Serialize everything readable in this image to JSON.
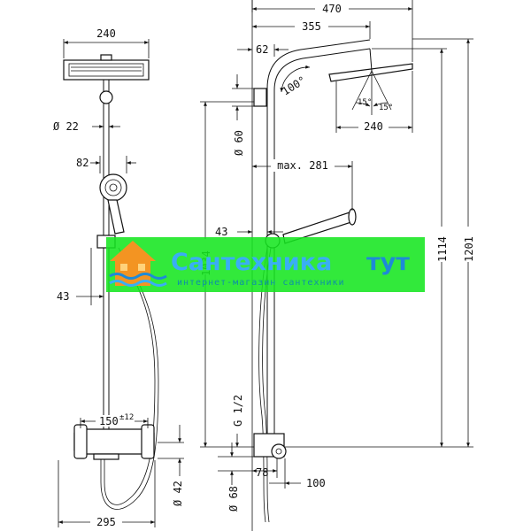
{
  "watermark": {
    "brand_main": "Сантехника",
    "brand_accent": "тут",
    "tagline": "интернет-магазин сантехники",
    "colors": {
      "band": "#16e620",
      "text": "#3aaef4",
      "accent": "#1e8ad8",
      "house": "#f39422"
    }
  },
  "left_view": {
    "head_width": "240",
    "pipe_diameter": "Ø 22",
    "handshower_width": "82",
    "holder_offset": "43",
    "thermostat_spacing": "150",
    "thermostat_tolerance": "±12",
    "inlet_diameter": "Ø 42",
    "overall_width": "295"
  },
  "right_view": {
    "arm_reach": "470",
    "arm_length": "355",
    "wall_offset": "62",
    "arm_angle": "100°",
    "head_tilt_left": "15°",
    "head_tilt_right": "15°",
    "head_width": "240",
    "bracket_diameter": "Ø 60",
    "handshower_reach": "max. 281",
    "holder_offset": "43",
    "center_height": "1034",
    "thread": "G 1/2",
    "height_1114": "1114",
    "height_1201": "1201",
    "escutcheon_diameter": "Ø 68",
    "depth_78": "78",
    "depth_100": "100"
  }
}
